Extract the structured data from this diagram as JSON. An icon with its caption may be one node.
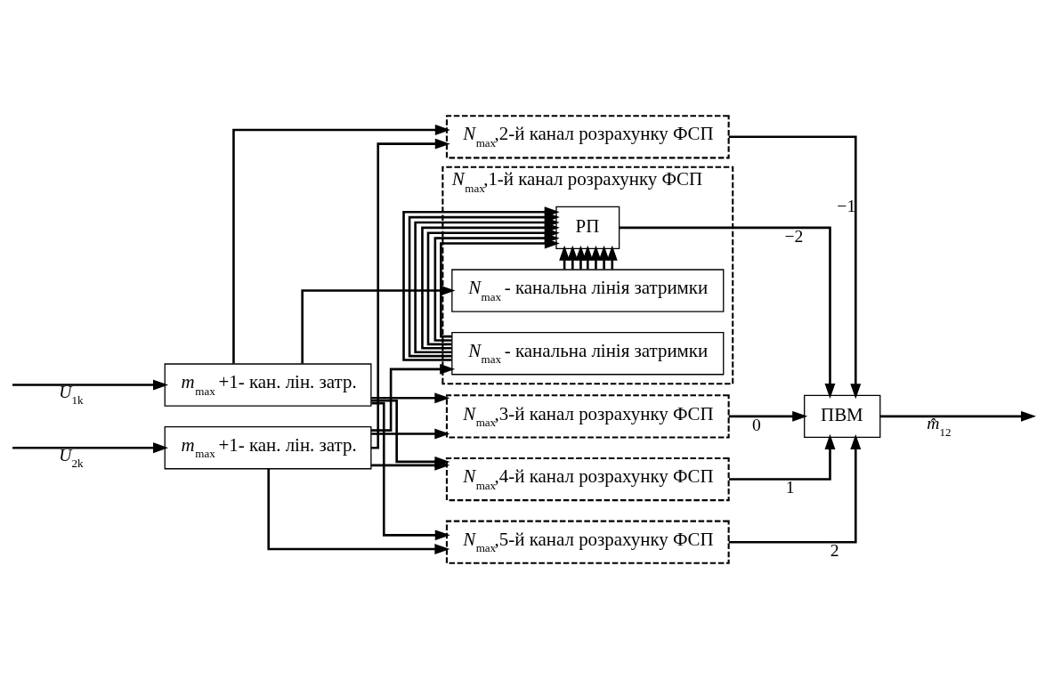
{
  "diagram": {
    "nodes": [
      {
        "text": [
          "*m*$_{max}$ +1- кан. лін. затр."
        ]
      },
      {
        "text": [
          "*N*$_{max}$,1-й канал розрахунку ФСП"
        ]
      },
      {
        "text": [
          "*N*$_{max}$ - канальна лінія затримки"
        ],
        "in": 1
      },
      {
        "text": [
          "РП"
        ],
        "in": 1
      },
      {
        "text": [
          "*N*$_{max}$ - канальна лінія затримки"
        ],
        "in": 1
      },
      {
        "text": [
          "*N*$_{max}$,2-й канал розрахунку ФСП"
        ]
      },
      {
        "text": [
          "*N*$_{max}$,3-й канал розрахунку ФСП"
        ]
      },
      {
        "text": [
          "*N*$_{max}$,4-й канал розрахунку ФСП"
        ]
      },
      {
        "text": [
          "*N*$_{max}$,5-й канал розрахунку ФСП"
        ]
      },
      {
        "text": [
          "ПВМ"
        ]
      },
      {
        "text": [
          "*m*$_{max}$ +1- кан. лін. затр."
        ]
      }
    ],
    "edges": [
      {
        "from": null,
        "to": 0,
        "arrow": "to",
        "label": "*U*$_{1k}$"
      },
      {
        "from": null,
        "to": 10,
        "arrow": "to",
        "label": "*U*$_{2k}$"
      },
      {
        "from": 0,
        "to": 2,
        "arrow": "to"
      },
      {
        "from": 0,
        "to": 5,
        "arrow": "to"
      },
      {
        "from": 0,
        "to": 6,
        "arrow": "to"
      },
      {
        "from": 0,
        "to": 7,
        "arrow": "to"
      },
      {
        "from": 0,
        "to": 8,
        "arrow": "to"
      },
      {
        "from": 10,
        "to": 4,
        "arrow": "to"
      },
      {
        "from": 10,
        "to": 5,
        "arrow": "to"
      },
      {
        "from": 10,
        "to": 6,
        "arrow": "to"
      },
      {
        "from": 10,
        "to": 7,
        "arrow": "to"
      },
      {
        "from": 10,
        "to": 8,
        "arrow": "to"
      },
      {
        "from": 2,
        "to": 3,
        "arrow": "to"
      },
      {
        "from": 2,
        "to": 3,
        "arrow": "to"
      },
      {
        "from": 2,
        "to": 3,
        "arrow": "to"
      },
      {
        "from": 2,
        "to": 3,
        "arrow": "to"
      },
      {
        "from": 2,
        "to": 3,
        "arrow": "to"
      },
      {
        "from": 2,
        "to": 3,
        "arrow": "to"
      },
      {
        "from": 2,
        "to": 3,
        "arrow": "to"
      },
      {
        "from": 4,
        "to": 3,
        "arrow": "to"
      },
      {
        "from": 4,
        "to": 3,
        "arrow": "to"
      },
      {
        "from": 4,
        "to": 3,
        "arrow": "to"
      },
      {
        "from": 4,
        "to": 3,
        "arrow": "to"
      },
      {
        "from": 4,
        "to": 3,
        "arrow": "to"
      },
      {
        "from": 4,
        "to": 3,
        "arrow": "to"
      },
      {
        "from": 4,
        "to": 3,
        "arrow": "to"
      },
      {
        "from": 3,
        "to": 9,
        "arrow": "to",
        "label": "−2"
      },
      {
        "from": 5,
        "to": 9,
        "arrow": "to",
        "label": "−1"
      },
      {
        "from": 6,
        "to": 9,
        "arrow": "to",
        "label": "0"
      },
      {
        "from": 7,
        "to": 9,
        "arrow": "to",
        "label": "1"
      },
      {
        "from": 8,
        "to": 9,
        "arrow": "to",
        "label": "2"
      },
      {
        "from": 9,
        "to": null,
        "arrow": "to",
        "label": "*m̂*$_{12}$"
      }
    ]
  }
}
